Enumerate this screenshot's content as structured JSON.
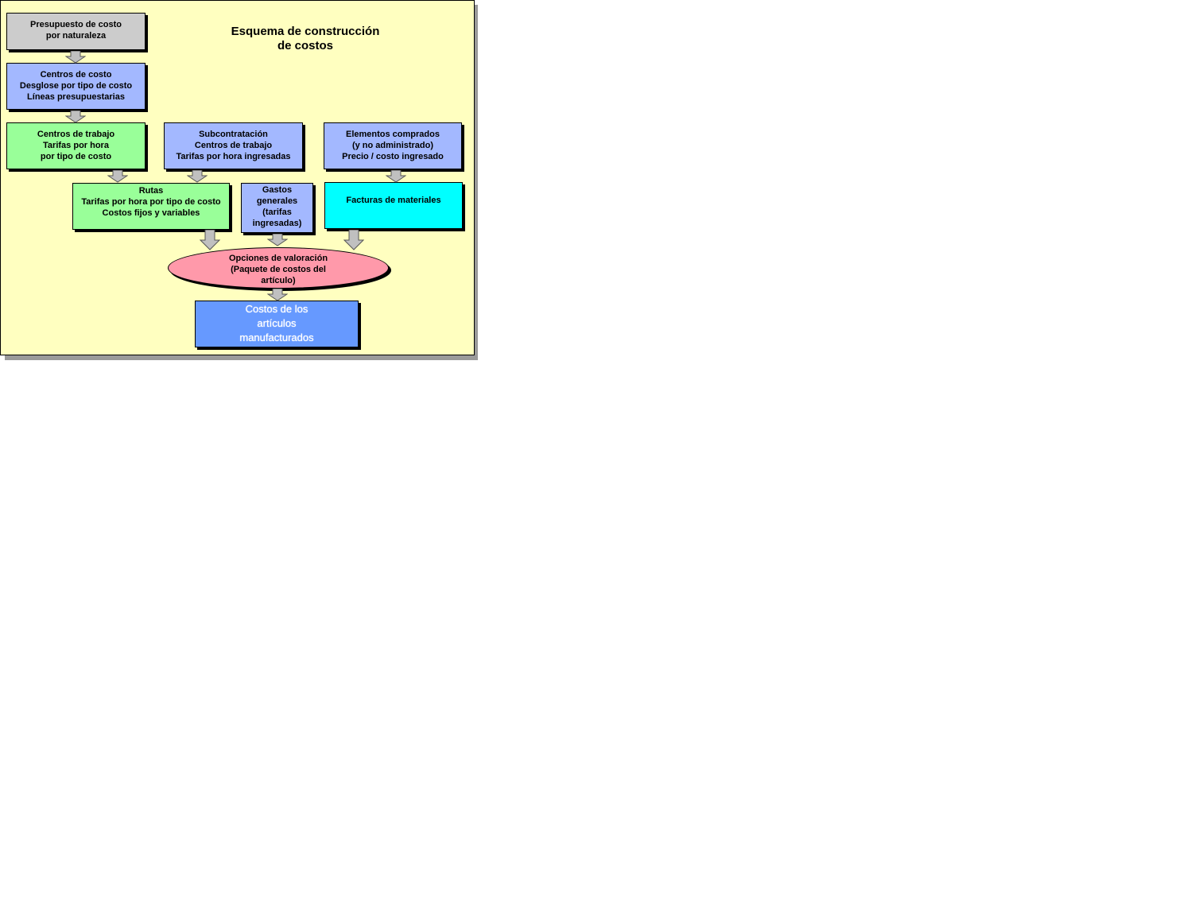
{
  "diagram": {
    "title": [
      "Esquema de construcción",
      "de costos"
    ],
    "nodes": {
      "presupuesto": [
        "Presupuesto de costo",
        "por naturaleza"
      ],
      "centros_costo": [
        "Centros de costo",
        "Desglose por tipo  de costo",
        "Líneas presupuestarias"
      ],
      "centros_trabajo": [
        "Centros de trabajo",
        "Tarifas por hora",
        "por tipo de costo"
      ],
      "subcontratacion": [
        "Subcontratación",
        "Centros de trabajo",
        "Tarifas por hora ingresadas"
      ],
      "elementos": [
        "Elementos comprados",
        "(y no administrado)",
        "Precio / costo ingresado"
      ],
      "rutas": [
        "Rutas",
        "Tarifas por hora por tipo  de costo",
        "Costos fijos y variables"
      ],
      "gastos": [
        "Gastos",
        "generales",
        "(tarifas",
        "ingresadas)"
      ],
      "facturas": [
        "Facturas de materiales"
      ],
      "opciones": [
        "Opciones de valoración",
        "(Paquete de costos del",
        "artículo)"
      ],
      "costos_articulos": [
        "Costos de los",
        "artículos",
        "manufacturados"
      ]
    },
    "colors": {
      "background": "#ffffc0",
      "gray": "#cccccc",
      "blue": "#a3b8ff",
      "green": "#99ff99",
      "cyan": "#00ffff",
      "pink": "#ff99aa",
      "dark_blue": "#6699ff",
      "arrow": "#c0c0c0"
    }
  }
}
